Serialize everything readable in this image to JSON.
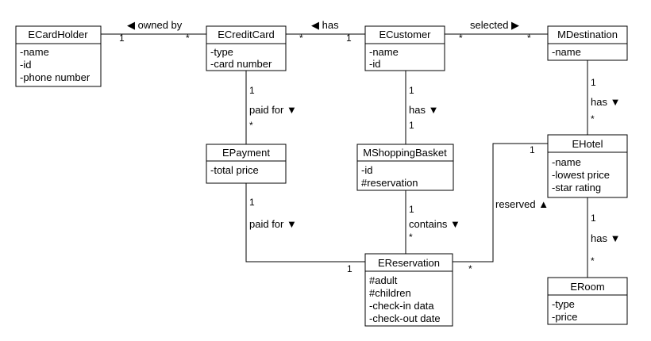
{
  "classes": [
    {
      "id": "ecardholder",
      "name": "ECardHolder",
      "attributes": [
        "-name",
        "-id",
        "-phone number"
      ]
    },
    {
      "id": "ecreditcard",
      "name": "ECreditCard",
      "attributes": [
        "-type",
        "-card number"
      ]
    },
    {
      "id": "ecustomer",
      "name": "ECustomer",
      "attributes": [
        "-name",
        "-id"
      ]
    },
    {
      "id": "mdestination",
      "name": "MDestination",
      "attributes": [
        "-name"
      ]
    },
    {
      "id": "epayment",
      "name": "EPayment",
      "attributes": [
        "-total price"
      ]
    },
    {
      "id": "mshoppingbasket",
      "name": "MShoppingBasket",
      "attributes": [
        "-id",
        "#reservation"
      ]
    },
    {
      "id": "ehotel",
      "name": "EHotel",
      "attributes": [
        "-name",
        "-lowest price",
        "-star rating"
      ]
    },
    {
      "id": "ereservation",
      "name": "EReservation",
      "attributes": [
        "#adult",
        "#children",
        "-check-in data",
        "-check-out date"
      ]
    },
    {
      "id": "eroom",
      "name": "ERoom",
      "attributes": [
        "-type",
        "-price"
      ]
    }
  ],
  "associations": [
    {
      "id": "owned-by",
      "label": "◀ owned by",
      "from_mult": "1",
      "to_mult": "*"
    },
    {
      "id": "has-card",
      "label": "◀ has",
      "from_mult": "*",
      "to_mult": "1"
    },
    {
      "id": "selected",
      "label": "selected ▶",
      "from_mult": "*",
      "to_mult": "*"
    },
    {
      "id": "paid-for-card",
      "label": "paid for ▼",
      "from_mult": "1",
      "to_mult": "*"
    },
    {
      "id": "has-basket",
      "label": "has ▼",
      "from_mult": "1",
      "to_mult": "1"
    },
    {
      "id": "has-hotel",
      "label": "has ▼",
      "from_mult": "1",
      "to_mult": "*"
    },
    {
      "id": "paid-for-res",
      "label": "paid for ▼",
      "from_mult": "1",
      "to_mult": "1"
    },
    {
      "id": "contains",
      "label": "contains ▼",
      "from_mult": "1",
      "to_mult": "*"
    },
    {
      "id": "reserved",
      "label": "reserved ▲",
      "from_mult": "1",
      "to_mult": "*"
    },
    {
      "id": "has-room",
      "label": "has ▼",
      "from_mult": "1",
      "to_mult": "*"
    }
  ]
}
